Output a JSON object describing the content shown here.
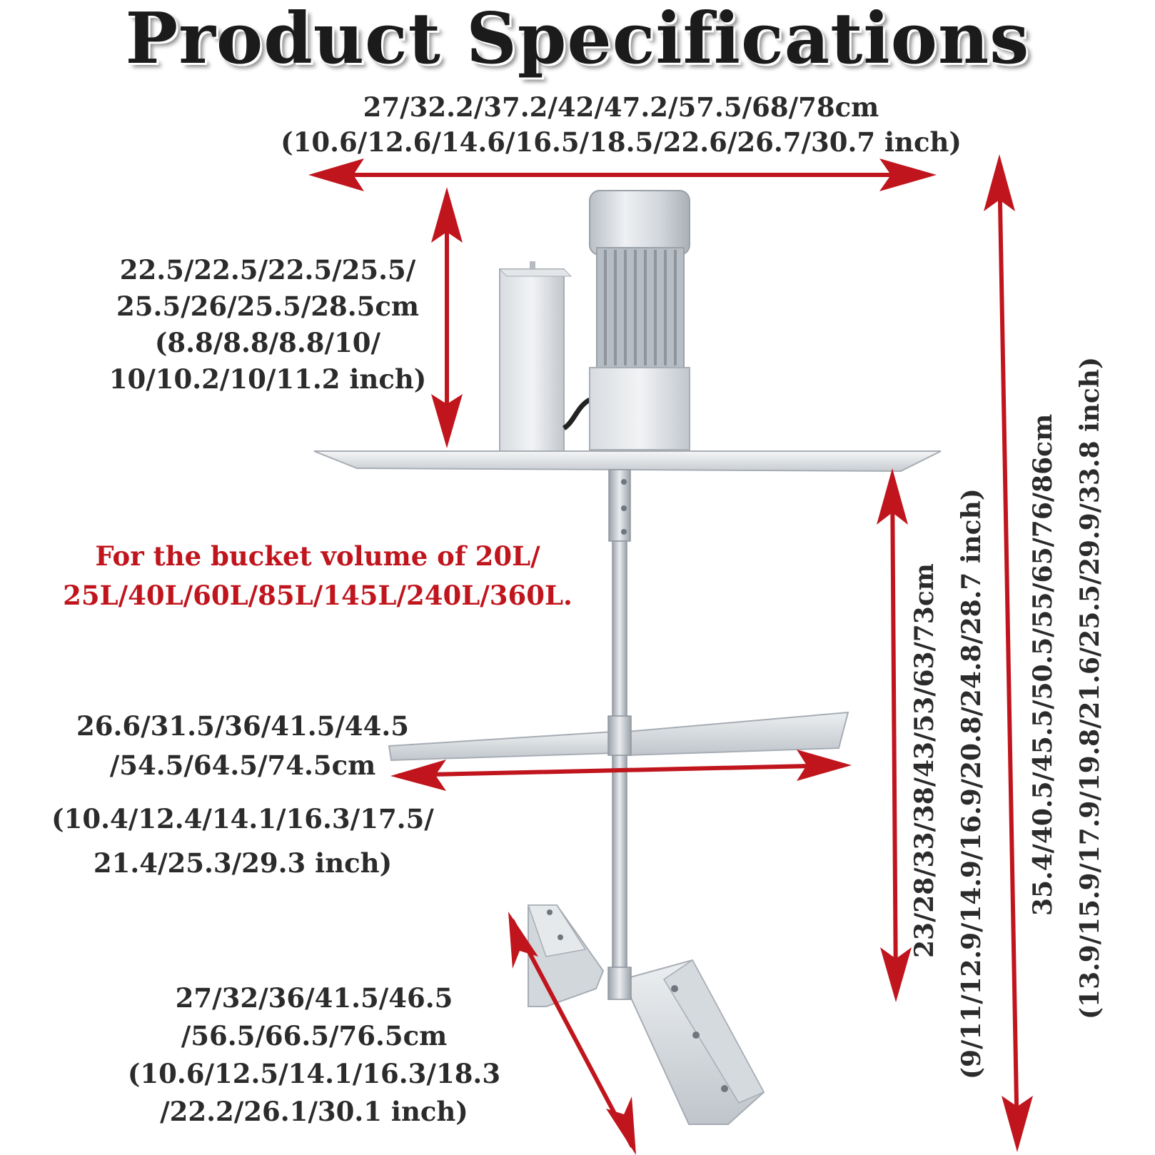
{
  "title": "Product Specifications",
  "colors": {
    "arrow": "#c0151d",
    "metal_light": "#e6e9ec",
    "metal_mid": "#c5cad0",
    "metal_dark": "#9ea5ad",
    "text": "#2b2b2b"
  },
  "dimensions": {
    "plate_width": {
      "metric": "27/32.2/37.2/42/47.2/57.5/68/78cm",
      "imperial": "(10.6/12.6/14.6/16.5/18.5/22.6/26.7/30.7 inch)"
    },
    "motor_height": {
      "line1": "22.5/22.5/22.5/25.5/",
      "line2": "25.5/26/25.5/28.5cm",
      "line3": "(8.8/8.8/8.8/10/",
      "line4": "10/10.2/10/11.2 inch)"
    },
    "bucket_note": {
      "line1": "For the bucket volume of 20L/",
      "line2": "25L/40L/60L/85L/145L/240L/360L."
    },
    "upper_blade": {
      "line1": "26.6/31.5/36/41.5/44.5",
      "line2": "/54.5/64.5/74.5cm",
      "line3": "(10.4/12.4/14.1/16.3/17.5/",
      "line4": "21.4/25.3/29.3 inch)"
    },
    "lower_blade": {
      "line1": "27/32/36/41.5/46.5",
      "line2": "/56.5/66.5/76.5cm",
      "line3": "(10.6/12.5/14.1/16.3/18.3",
      "line4": "/22.2/26.1/30.1 inch)"
    },
    "shaft_length": {
      "metric": "23/28/33/38/43/53/63/73cm",
      "imperial": "(9/11/12.9/14.9/16.9/20.8/24.8/28.7 inch)"
    },
    "total_height": {
      "metric": "35.4/40.5/45.5/50.5/55/65/76/86cm",
      "imperial": "(13.9/15.9/17.9/19.8/21.6/25.5/29.9/33.8 inch)"
    }
  }
}
